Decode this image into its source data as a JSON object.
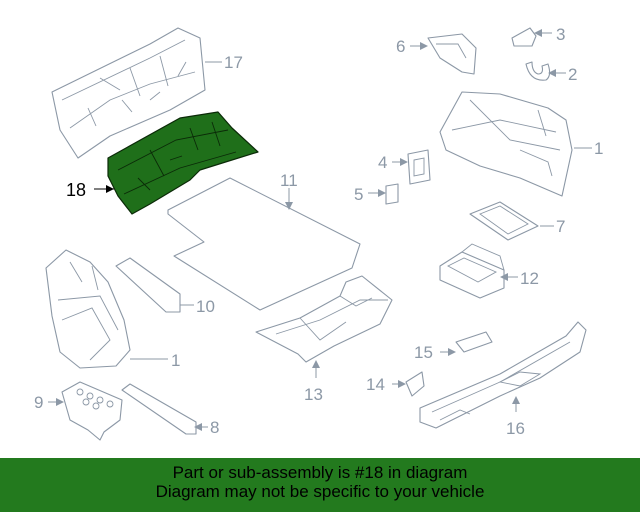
{
  "callouts": {
    "c1a": "1",
    "c1b": "1",
    "c2": "2",
    "c3": "3",
    "c4": "4",
    "c5": "5",
    "c6": "6",
    "c7": "7",
    "c8": "8",
    "c9": "9",
    "c10": "10",
    "c11": "11",
    "c12": "12",
    "c13": "13",
    "c14": "14",
    "c15": "15",
    "c16": "16",
    "c17": "17",
    "c18": "18"
  },
  "highlight_color": "#1f6f1a",
  "banner": {
    "background": "#237a1e",
    "line1": "Part or sub-assembly is #18 in diagram",
    "line2": "Diagram may not be specific to your vehicle"
  }
}
